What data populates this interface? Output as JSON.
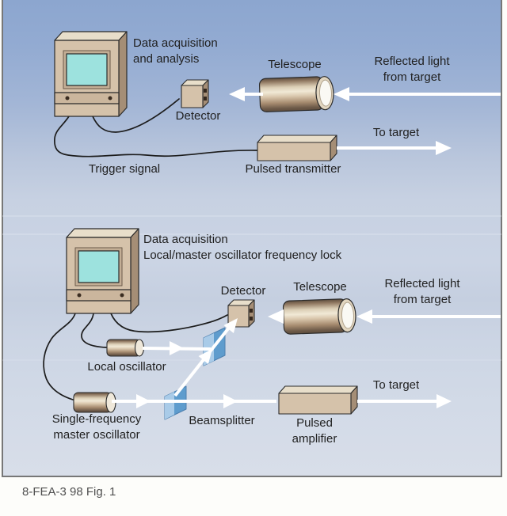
{
  "figure": {
    "caption": "8-FEA-3 98 Fig. 1",
    "colors": {
      "background_top": "#8CA6CF",
      "background_bottom": "#D8DEE9",
      "device_tan": "#D5C2AA",
      "device_tan_light": "#E8DECA",
      "device_tan_dark": "#A58E76",
      "screen_cyan": "#9DE2DE",
      "beamsplitter_blue": "#5E9CCD",
      "beamsplitter_highlight": "#A9CBE8",
      "beam_white": "#FFFFFF",
      "cable_dark": "#1C1C1C",
      "border_gray": "#777777"
    },
    "direct_detection": {
      "computer_label": "Data acquisition\nand analysis",
      "detector_label": "Detector",
      "telescope_label": "Telescope",
      "reflected_label": "Reflected light\nfrom target",
      "to_target_label": "To target",
      "transmitter_label": "Pulsed transmitter",
      "trigger_label": "Trigger signal"
    },
    "coherent_detection": {
      "computer_label": "Data acquisition\nLocal/master oscillator frequency lock",
      "detector_label": "Detector",
      "telescope_label": "Telescope",
      "reflected_label": "Reflected light\nfrom target",
      "local_oscillator_label": "Local oscillator",
      "master_oscillator_label": "Single-frequency\nmaster oscillator",
      "beamsplitter_label": "Beamsplitter",
      "amplifier_label": "Pulsed\namplifier",
      "to_target_label": "To target"
    }
  }
}
